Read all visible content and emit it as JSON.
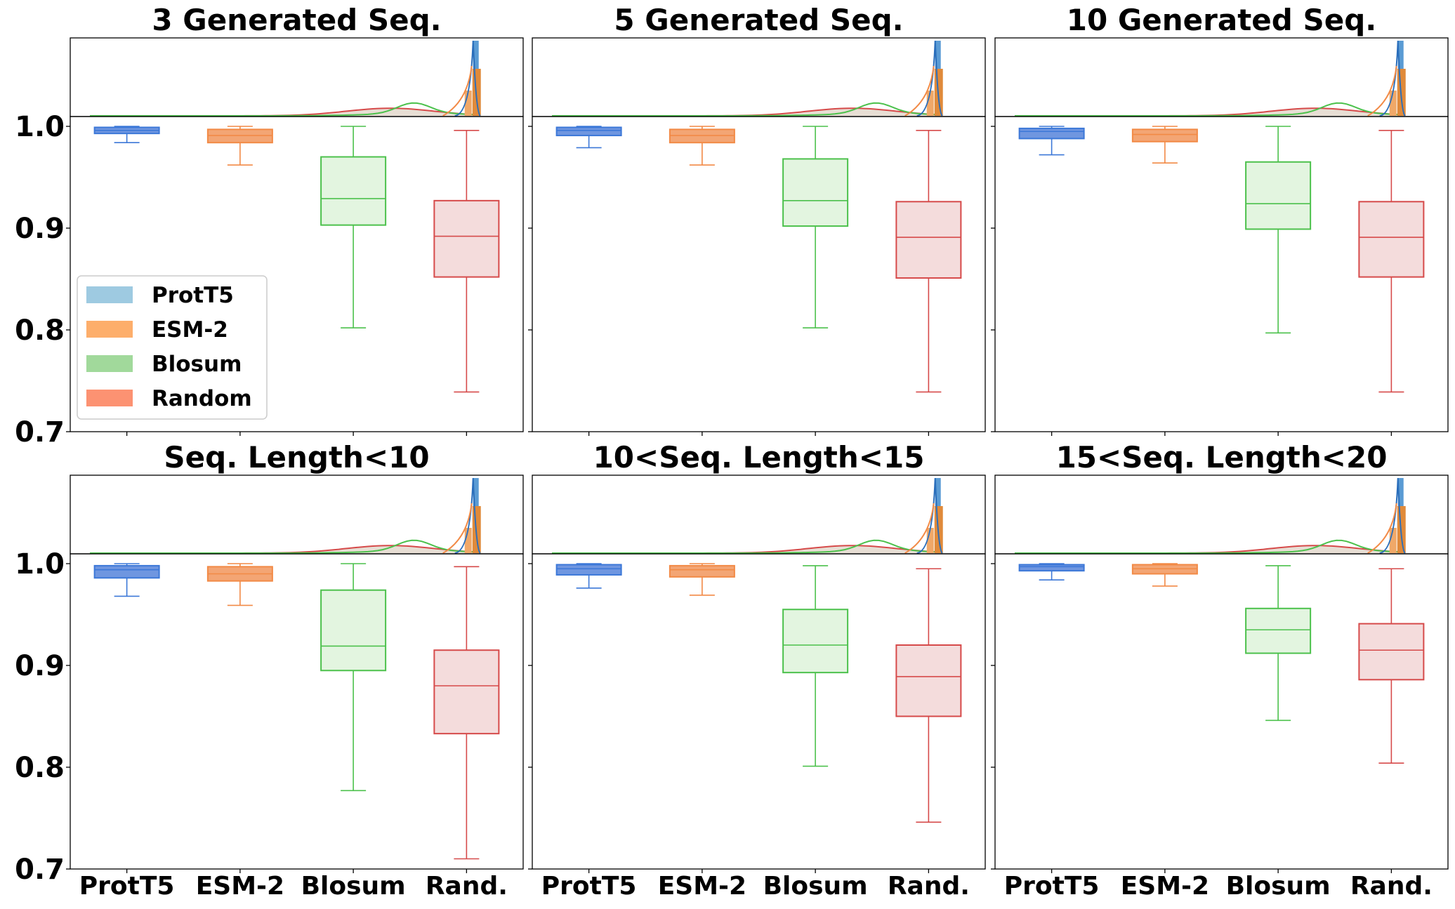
{
  "colors": {
    "ProtT5": "#3c78d8",
    "ESM-2": "#f28a46",
    "Blosum": "#4cc14c",
    "Random": "#d64a4a",
    "box_fill_ProtT5": "#6f96e0",
    "box_fill_ESM-2": "#f3a574",
    "box_fill_Blosum": "#e3f5e0",
    "box_fill_Random": "#f4dcdc",
    "legend_ProtT5": "#9ecae1",
    "legend_ESM-2": "#fdae6b",
    "legend_Blosum": "#a1d99b",
    "legend_Random": "#fc9272"
  },
  "legend": {
    "items": [
      "ProtT5",
      "ESM-2",
      "Blosum",
      "Random"
    ]
  },
  "chart_data": [
    {
      "type": "box",
      "title": "3 Generated Seq.",
      "categories": [
        "ProtT5",
        "ESM-2",
        "Blosum",
        "Rand."
      ],
      "ylim": [
        0.7,
        1.0
      ],
      "yticks": [
        "0.7",
        "0.8",
        "0.9",
        "1.0"
      ],
      "boxes": [
        {
          "name": "ProtT5",
          "whislo": 0.984,
          "q1": 0.993,
          "med": 0.996,
          "q3": 0.999,
          "whishi": 1.0
        },
        {
          "name": "ESM-2",
          "whislo": 0.962,
          "q1": 0.984,
          "med": 0.991,
          "q3": 0.997,
          "whishi": 1.0
        },
        {
          "name": "Blosum",
          "whislo": 0.802,
          "q1": 0.903,
          "med": 0.929,
          "q3": 0.97,
          "whishi": 1.0
        },
        {
          "name": "Random",
          "whislo": 0.739,
          "q1": 0.852,
          "med": 0.892,
          "q3": 0.927,
          "whishi": 0.996
        }
      ]
    },
    {
      "type": "box",
      "title": "5 Generated Seq.",
      "categories": [
        "ProtT5",
        "ESM-2",
        "Blosum",
        "Rand."
      ],
      "ylim": [
        0.7,
        1.0
      ],
      "boxes": [
        {
          "name": "ProtT5",
          "whislo": 0.979,
          "q1": 0.991,
          "med": 0.996,
          "q3": 0.999,
          "whishi": 1.0
        },
        {
          "name": "ESM-2",
          "whislo": 0.962,
          "q1": 0.984,
          "med": 0.991,
          "q3": 0.997,
          "whishi": 1.0
        },
        {
          "name": "Blosum",
          "whislo": 0.802,
          "q1": 0.902,
          "med": 0.927,
          "q3": 0.968,
          "whishi": 1.0
        },
        {
          "name": "Random",
          "whislo": 0.739,
          "q1": 0.851,
          "med": 0.891,
          "q3": 0.926,
          "whishi": 0.996
        }
      ]
    },
    {
      "type": "box",
      "title": "10 Generated Seq.",
      "categories": [
        "ProtT5",
        "ESM-2",
        "Blosum",
        "Rand."
      ],
      "ylim": [
        0.7,
        1.0
      ],
      "boxes": [
        {
          "name": "ProtT5",
          "whislo": 0.972,
          "q1": 0.988,
          "med": 0.995,
          "q3": 0.998,
          "whishi": 1.0
        },
        {
          "name": "ESM-2",
          "whislo": 0.964,
          "q1": 0.985,
          "med": 0.992,
          "q3": 0.997,
          "whishi": 1.0
        },
        {
          "name": "Blosum",
          "whislo": 0.797,
          "q1": 0.899,
          "med": 0.924,
          "q3": 0.965,
          "whishi": 1.0
        },
        {
          "name": "Random",
          "whislo": 0.739,
          "q1": 0.852,
          "med": 0.891,
          "q3": 0.926,
          "whishi": 0.996
        }
      ]
    },
    {
      "type": "box",
      "title": "Seq. Length<10",
      "categories": [
        "ProtT5",
        "ESM-2",
        "Blosum",
        "Rand."
      ],
      "ylim": [
        0.7,
        1.0
      ],
      "yticks": [
        "0.7",
        "0.8",
        "0.9",
        "1.0"
      ],
      "boxes": [
        {
          "name": "ProtT5",
          "whislo": 0.968,
          "q1": 0.986,
          "med": 0.994,
          "q3": 0.998,
          "whishi": 1.0
        },
        {
          "name": "ESM-2",
          "whislo": 0.959,
          "q1": 0.983,
          "med": 0.99,
          "q3": 0.997,
          "whishi": 1.0
        },
        {
          "name": "Blosum",
          "whislo": 0.777,
          "q1": 0.895,
          "med": 0.919,
          "q3": 0.974,
          "whishi": 1.0
        },
        {
          "name": "Random",
          "whislo": 0.71,
          "q1": 0.833,
          "med": 0.88,
          "q3": 0.915,
          "whishi": 0.997
        }
      ]
    },
    {
      "type": "box",
      "title": "10<Seq. Length<15",
      "categories": [
        "ProtT5",
        "ESM-2",
        "Blosum",
        "Rand."
      ],
      "ylim": [
        0.7,
        1.0
      ],
      "boxes": [
        {
          "name": "ProtT5",
          "whislo": 0.976,
          "q1": 0.989,
          "med": 0.995,
          "q3": 0.999,
          "whishi": 1.0
        },
        {
          "name": "ESM-2",
          "whislo": 0.969,
          "q1": 0.987,
          "med": 0.994,
          "q3": 0.998,
          "whishi": 1.0
        },
        {
          "name": "Blosum",
          "whislo": 0.801,
          "q1": 0.893,
          "med": 0.92,
          "q3": 0.955,
          "whishi": 0.998
        },
        {
          "name": "Random",
          "whislo": 0.746,
          "q1": 0.85,
          "med": 0.889,
          "q3": 0.92,
          "whishi": 0.995
        }
      ]
    },
    {
      "type": "box",
      "title": "15<Seq. Length<20",
      "categories": [
        "ProtT5",
        "ESM-2",
        "Blosum",
        "Rand."
      ],
      "ylim": [
        0.7,
        1.0
      ],
      "boxes": [
        {
          "name": "ProtT5",
          "whislo": 0.984,
          "q1": 0.993,
          "med": 0.997,
          "q3": 0.999,
          "whishi": 1.0
        },
        {
          "name": "ESM-2",
          "whislo": 0.978,
          "q1": 0.99,
          "med": 0.995,
          "q3": 0.999,
          "whishi": 1.0
        },
        {
          "name": "Blosum",
          "whislo": 0.846,
          "q1": 0.912,
          "med": 0.935,
          "q3": 0.956,
          "whishi": 0.998
        },
        {
          "name": "Random",
          "whislo": 0.804,
          "q1": 0.886,
          "med": 0.915,
          "q3": 0.941,
          "whishi": 0.995
        }
      ]
    }
  ]
}
